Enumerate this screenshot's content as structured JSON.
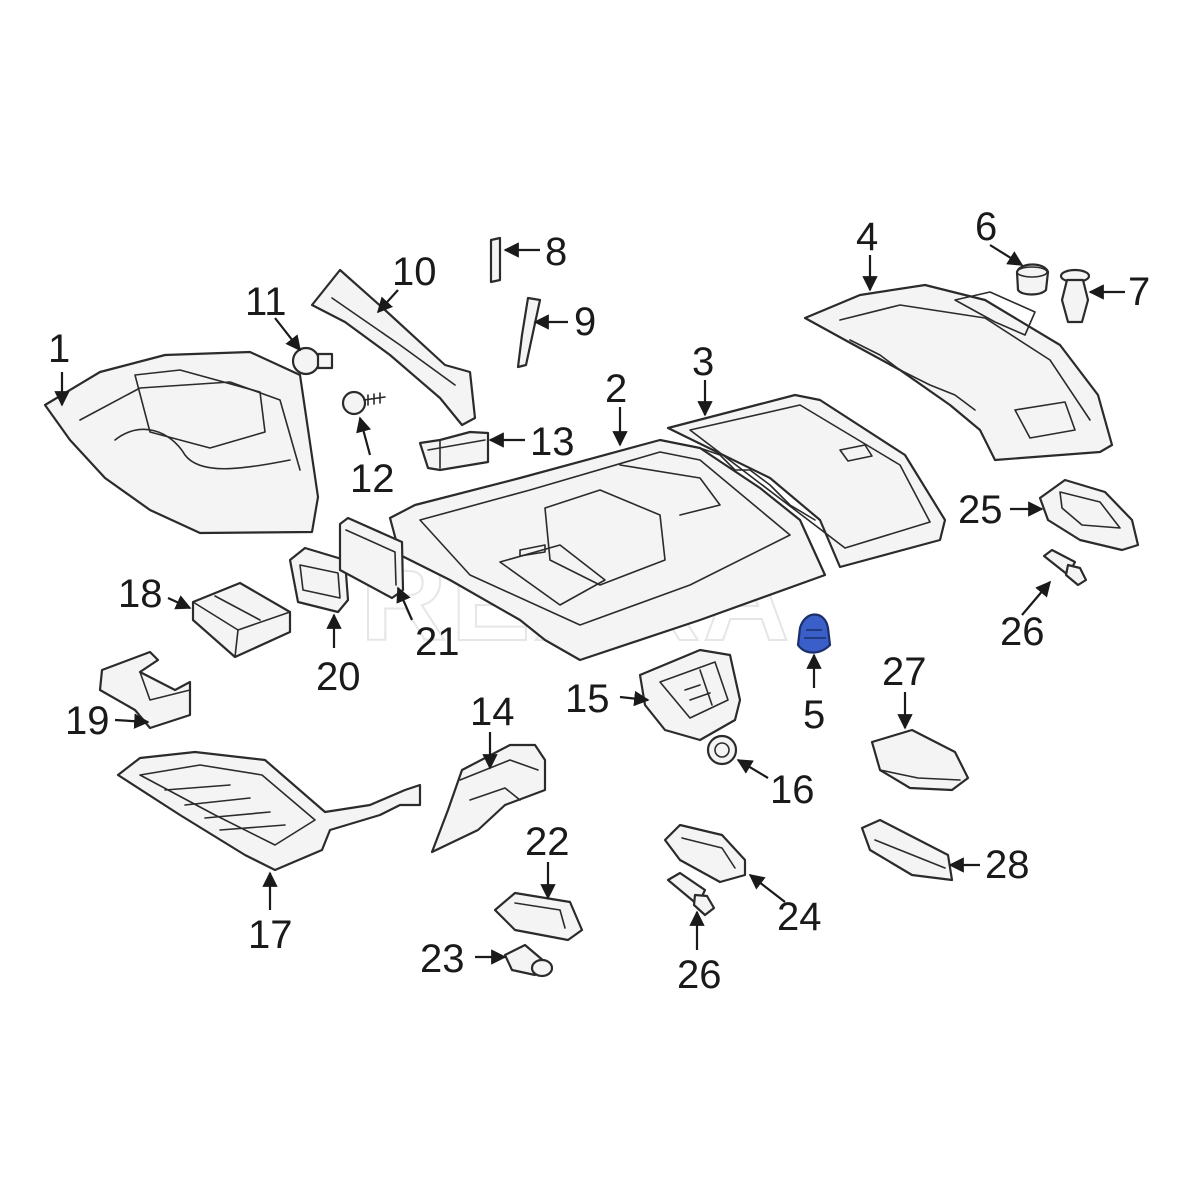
{
  "diagram": {
    "watermark": "REXXA",
    "highlight_color": "#3a5fc8",
    "line_color": "#2b2b2b",
    "callouts": {
      "c1": "1",
      "c2": "2",
      "c3": "3",
      "c4": "4",
      "c5": "5",
      "c6": "6",
      "c7": "7",
      "c8": "8",
      "c9": "9",
      "c10": "10",
      "c11": "11",
      "c12": "12",
      "c13": "13",
      "c14": "14",
      "c15": "15",
      "c16": "16",
      "c17": "17",
      "c18": "18",
      "c19": "19",
      "c20": "20",
      "c21": "21",
      "c22": "22",
      "c23": "23",
      "c24": "24",
      "c25": "25",
      "c26a": "26",
      "c26b": "26",
      "c27": "27",
      "c28": "28"
    }
  }
}
